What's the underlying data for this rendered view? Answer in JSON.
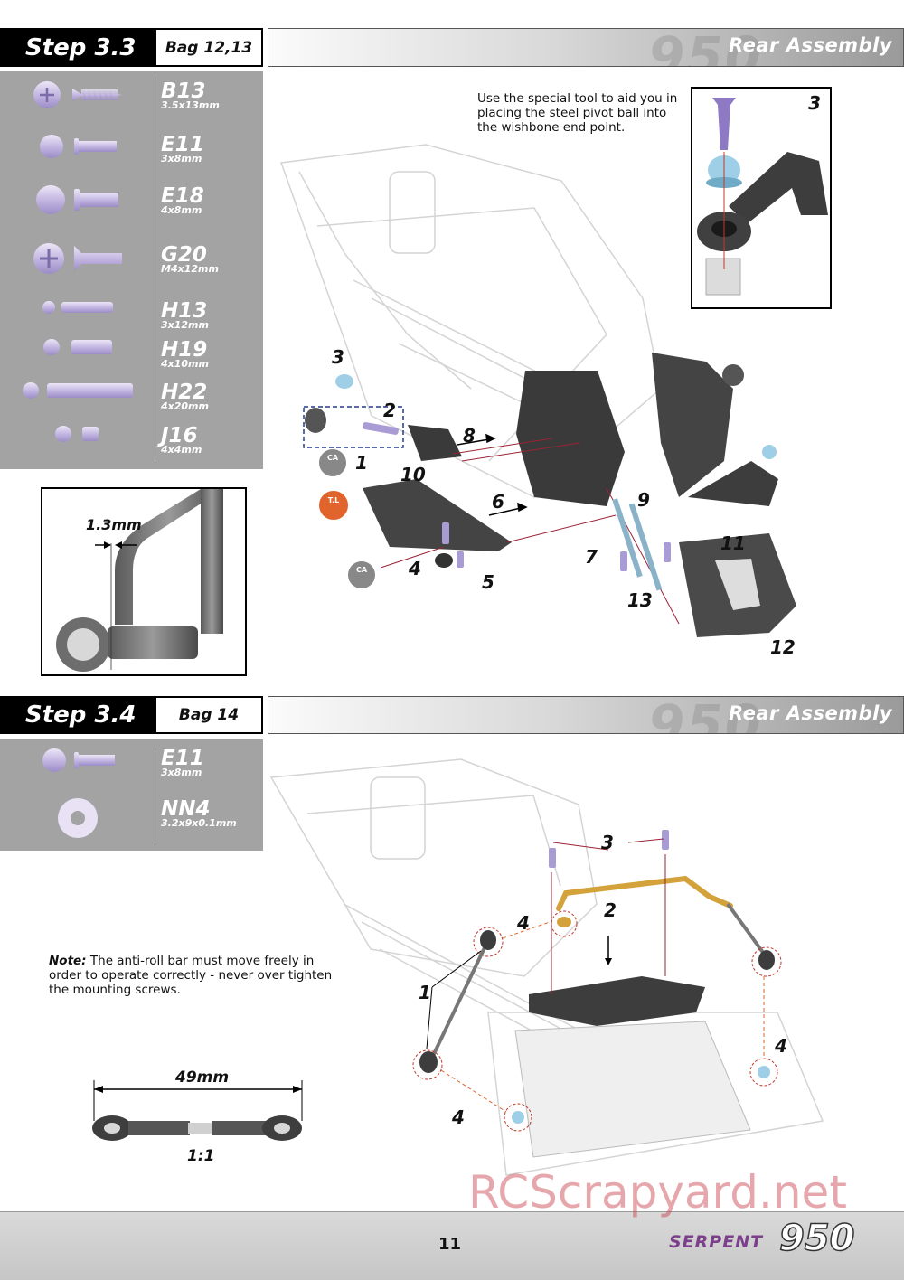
{
  "step33": {
    "step": "Step 3.3",
    "bag": "Bag 12,13",
    "title": "Rear Assembly",
    "brand_watermark": "950",
    "parts": [
      {
        "code": "B13",
        "size": "3.5x13mm"
      },
      {
        "code": "E11",
        "size": "3x8mm"
      },
      {
        "code": "E18",
        "size": "4x8mm"
      },
      {
        "code": "G20",
        "size": "M4x12mm"
      },
      {
        "code": "H13",
        "size": "3x12mm"
      },
      {
        "code": "H19",
        "size": "4x10mm"
      },
      {
        "code": "H22",
        "size": "4x20mm"
      },
      {
        "code": "J16",
        "size": "4x4mm"
      }
    ],
    "instruction": "Use the special tool to aid you in placing the steel pivot ball into the wishbone end point.",
    "inset_number": "3",
    "detail_measure": "1.3mm",
    "callouts": [
      "3",
      "2",
      "1",
      "10",
      "8",
      "6",
      "4",
      "5",
      "9",
      "7",
      "13",
      "11",
      "12"
    ],
    "badges": {
      "ca": "CA",
      "tl": "T.L"
    }
  },
  "step34": {
    "step": "Step 3.4",
    "bag": "Bag 14",
    "title": "Rear Assembly",
    "brand_watermark": "950",
    "parts": [
      {
        "code": "E11",
        "size": "3x8mm"
      },
      {
        "code": "NN4",
        "size": "3.2x9x0.1mm"
      }
    ],
    "note_label": "Note:",
    "note_text": " The anti-roll bar must move freely in order to operate correctly - never over tighten the mounting screws.",
    "measure": "49mm",
    "scale": "1:1",
    "callouts": [
      "3",
      "2",
      "4",
      "1",
      "4",
      "4"
    ]
  },
  "footer": {
    "page_number": "11",
    "brand": "SERPENT",
    "model": "950",
    "watermark": "RCScrapyard.net"
  },
  "colors": {
    "accent": "#a3a3a3",
    "purple": "#b6a6d8",
    "orange": "#e0642c",
    "gold": "#d4a23a"
  }
}
